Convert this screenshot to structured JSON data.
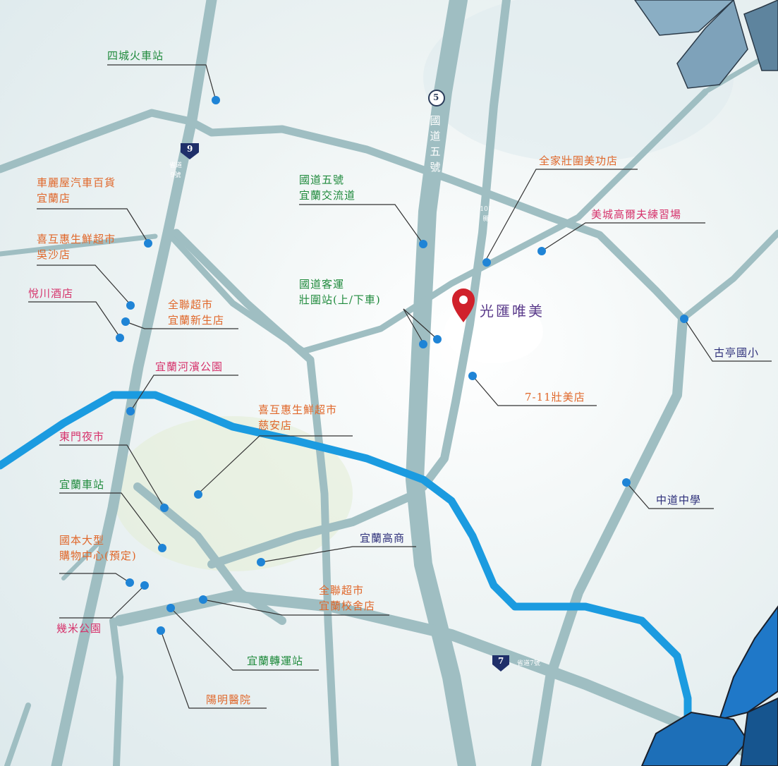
{
  "map": {
    "title": "光匯唯美",
    "marker_color": "#d0212b",
    "road_color": "#9fbec2",
    "river_color": "#1b9be0",
    "dot_color": "#1f84d6",
    "highway_5": {
      "shield": "5",
      "name": "國道五號"
    },
    "highway_9": {
      "shield": "9",
      "name": "省道9號"
    },
    "highway_7": {
      "shield": "7",
      "name": "省道7號"
    },
    "road_101": "101縣",
    "places": {
      "sicheng_station": "四城火車站",
      "car_store": [
        "車麗屋汽車百貨",
        "宜蘭店"
      ],
      "hujian_wusha": [
        "喜互惠生鮮超市",
        "吳沙店"
      ],
      "yuechuan_hotel": "悅川酒店",
      "pxmart_xinsheng": [
        "全聯超市",
        "宜蘭新生店"
      ],
      "riverside_park": "宜蘭河濱公園",
      "dongmen_market": "東門夜市",
      "yilan_station": "宜蘭車站",
      "guoben_mall": [
        "國本大型",
        "購物中心(預定)"
      ],
      "jimi_park": "幾米公園",
      "transfer_station": "宜蘭轉運站",
      "yangming_hospital": "陽明醫院",
      "pxmart_xiaoshe": [
        "全聯超市",
        "宜蘭校舍店"
      ],
      "yilan_commercial": "宜蘭高商",
      "hujian_cian": [
        "喜互惠生鮮超市",
        "慈安店"
      ],
      "interchange": [
        "國道五號",
        "宜蘭交流道"
      ],
      "bus_station": [
        "國道客運",
        "壯圍站(上/下車)"
      ],
      "familymart": "全家壯圍美功店",
      "golf": "美城高爾夫練習場",
      "guting_school": "古亭國小",
      "seven_eleven": "7-11壯美店",
      "zhongdao_school": "中道中學"
    }
  }
}
